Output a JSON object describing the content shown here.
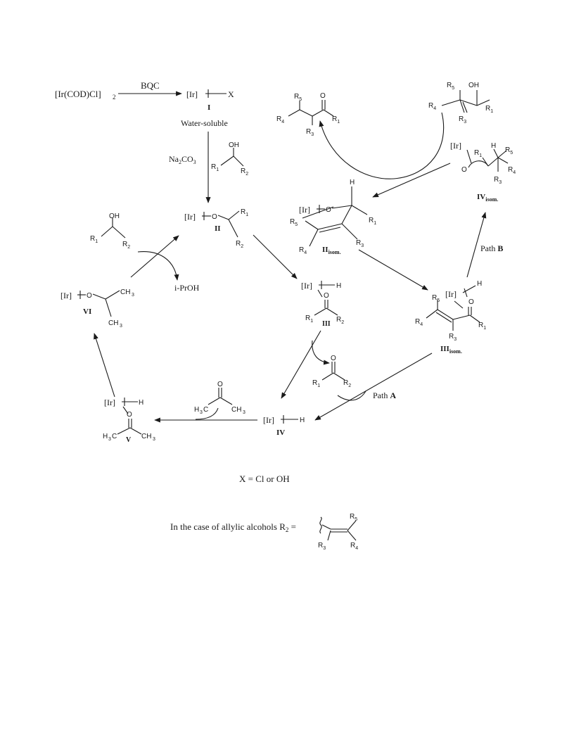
{
  "labels": {
    "start_complex": "[Ir(COD)Cl]",
    "start_sub": "2",
    "bqc": "BQC",
    "ir": "[Ir]",
    "x": "X",
    "num_I": "I",
    "water_soluble": "Water-soluble",
    "na2co3": "Na",
    "na2co3_sub": "2",
    "na2co3_tail": "CO",
    "na2co3_sub2": "3",
    "oh": "OH",
    "o": "O",
    "h": "H",
    "r1": "R",
    "num_II": "II",
    "num_III": "III",
    "num_IV": "IV",
    "num_V": "V",
    "num_VI": "VI",
    "ipr_oh": "i-PrOH",
    "ch3": "CH",
    "h3c": "H",
    "ii_isom": "II",
    "iii_isom": "III",
    "iv_isom": "IV",
    "isom_sub": "isom.",
    "path_a": "Path A",
    "path_b": "Path B",
    "x_def": "X = Cl or OH",
    "allylic_note": "In the case of allylic alcohols R",
    "allylic_sub": "2",
    "allylic_eq": " ="
  }
}
